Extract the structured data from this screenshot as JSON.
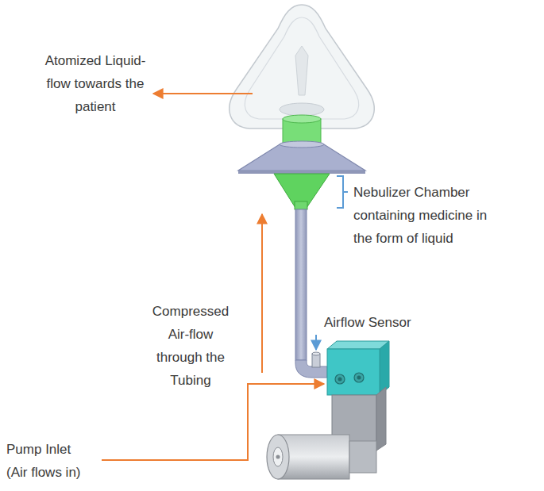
{
  "diagram": {
    "labels": [
      "Atomized Liquid-flow towards the patient",
      "Nebulizer Chamber containing medicine in the form of liquid",
      "Compressed Air-flow through the Tubing",
      "Airflow Sensor",
      "Pump Inlet (Air flows in)"
    ]
  }
}
